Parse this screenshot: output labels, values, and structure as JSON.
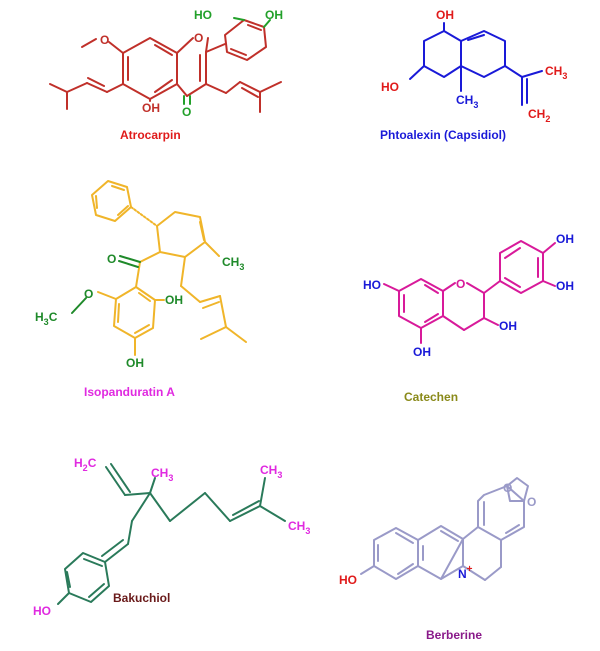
{
  "colors": {
    "atrocarpin": "#c0302a",
    "atrocarpin_accent": "#22a02a",
    "capsidiol": "#1a1ad8",
    "capsidiol_accent": "#e01a1a",
    "isopanduratin": "#f0b52a",
    "isopanduratin_accent": "#1f8a2a",
    "isopanduratin_label": "#e02ae0",
    "catechin": "#d81a9a",
    "catechin_accent": "#1a1ad8",
    "catechin_label": "#8a8a1a",
    "bakuchiol": "#2a7a5a",
    "bakuchiol_accent": "#e02ae0",
    "bakuchiol_label": "#6a1a1a",
    "berberine": "#9a9ac8",
    "berberine_label": "#8a1a8a",
    "oh_red": "#e01a1a"
  },
  "compounds": [
    {
      "id": "atrocarpin",
      "name": "Atrocarpin",
      "atoms": {
        "ho_1": "HO",
        "oh_1": "OH",
        "o_ring": "O",
        "oh_2": "OH",
        "o_carbonyl": "O"
      }
    },
    {
      "id": "capsidiol",
      "name": "Phtoalexin (Capsidiol)",
      "atoms": {
        "oh_top": "OH",
        "ho_left": "HO",
        "ch3_ring": "CH",
        "ch3_ring_sub": "3",
        "ch3_side": "CH",
        "ch3_side_sub": "3",
        "ch2": "CH",
        "ch2_sub": "2"
      }
    },
    {
      "id": "isopanduratin",
      "name": "Isopanduratin A",
      "atoms": {
        "o_carbonyl": "O",
        "ch3": "CH",
        "ch3_sub": "3",
        "h3c": "H",
        "h3c_sub": "3",
        "h3c_c": "C",
        "o_methoxy": "O",
        "oh_1": "OH",
        "oh_2": "OH"
      }
    },
    {
      "id": "catechin",
      "name": "Catechen",
      "atoms": {
        "oh_1": "OH",
        "oh_2": "OH",
        "ho": "HO",
        "o_ring": "O",
        "oh_3": "OH",
        "oh_4": "OH"
      }
    },
    {
      "id": "bakuchiol",
      "name": "Bakuchiol",
      "atoms": {
        "h2c": "H",
        "h2c_sub": "2",
        "h2c_c": "C",
        "ch3_quat": "CH",
        "ch3_quat_sub": "3",
        "ch3_a": "CH",
        "ch3_a_sub": "3",
        "ch3_b": "CH",
        "ch3_b_sub": "3",
        "ho": "HO"
      }
    },
    {
      "id": "berberine",
      "name": "Berberine",
      "atoms": {
        "o_1": "O",
        "o_2": "O",
        "n": "N",
        "plus": "+",
        "ho": "HO"
      }
    }
  ]
}
